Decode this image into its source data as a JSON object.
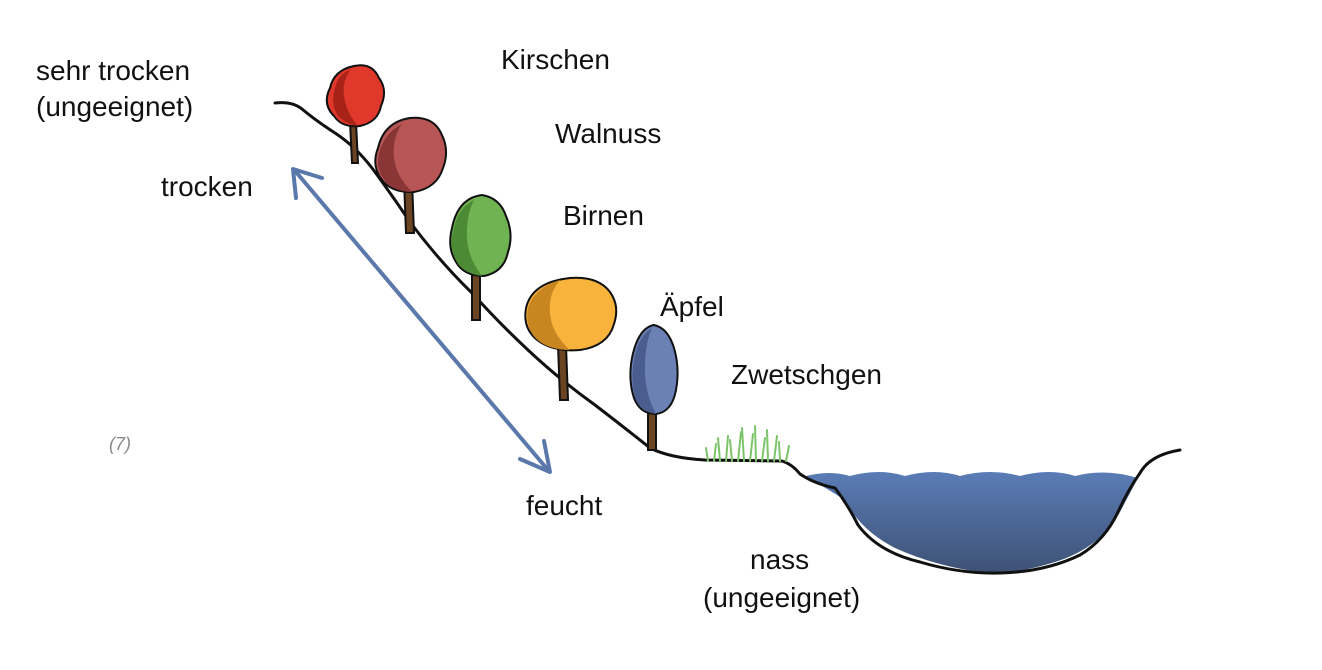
{
  "labels": {
    "very_dry_line1": "sehr trocken",
    "very_dry_line2": "(ungeeignet)",
    "dry": "trocken",
    "moist": "feucht",
    "wet_line1": "nass",
    "wet_line2": "(ungeeignet)",
    "reference": "(7)"
  },
  "trees": [
    {
      "name": "Kirschen",
      "color": "#e0382b",
      "shade": "#a92218"
    },
    {
      "name": "Walnuss",
      "color": "#b85555",
      "shade": "#8a3636"
    },
    {
      "name": "Birnen",
      "color": "#6fb352",
      "shade": "#4c8a36"
    },
    {
      "name": "Äpfel",
      "color": "#f7b33b",
      "shade": "#c78620"
    },
    {
      "name": "Zwetschgen",
      "color": "#6b80b5",
      "shade": "#4a5d8e"
    }
  ],
  "colors": {
    "arrow": "#5b78ab",
    "water_top": "#5a7cb6",
    "water_bottom": "#3e5275",
    "grass": "#7cc46a",
    "trunk": "#6b4423",
    "outline": "#111111"
  }
}
